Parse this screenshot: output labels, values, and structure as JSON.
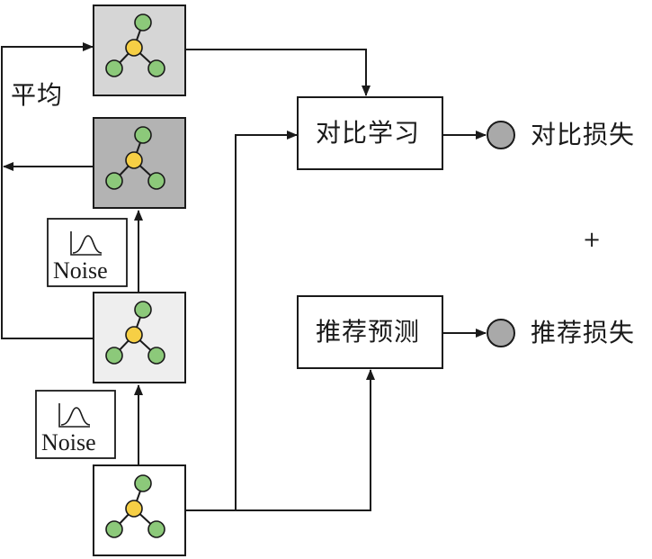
{
  "labels": {
    "average": "平均",
    "contrastive_learning": "对比学习",
    "recommendation_prediction": "推荐预测",
    "contrastive_loss": "对比损失",
    "recommendation_loss": "推荐损失",
    "plus": "+",
    "noise_upper": "Noise",
    "noise_lower": "Noise"
  },
  "colors": {
    "node_green": "#8cc97a",
    "node_yellow": "#f6cf45",
    "box_top_fill": "#d6d6d6",
    "box_second_fill": "#b3b3b3",
    "box_third_fill": "#eeeeee",
    "box_bottom_fill": "#ffffff",
    "loss_circle": "#a9a9a9",
    "line": "#1a1a1a"
  },
  "icons": {
    "graph": "graph-node-icon",
    "noise": "bell-curve-icon"
  }
}
